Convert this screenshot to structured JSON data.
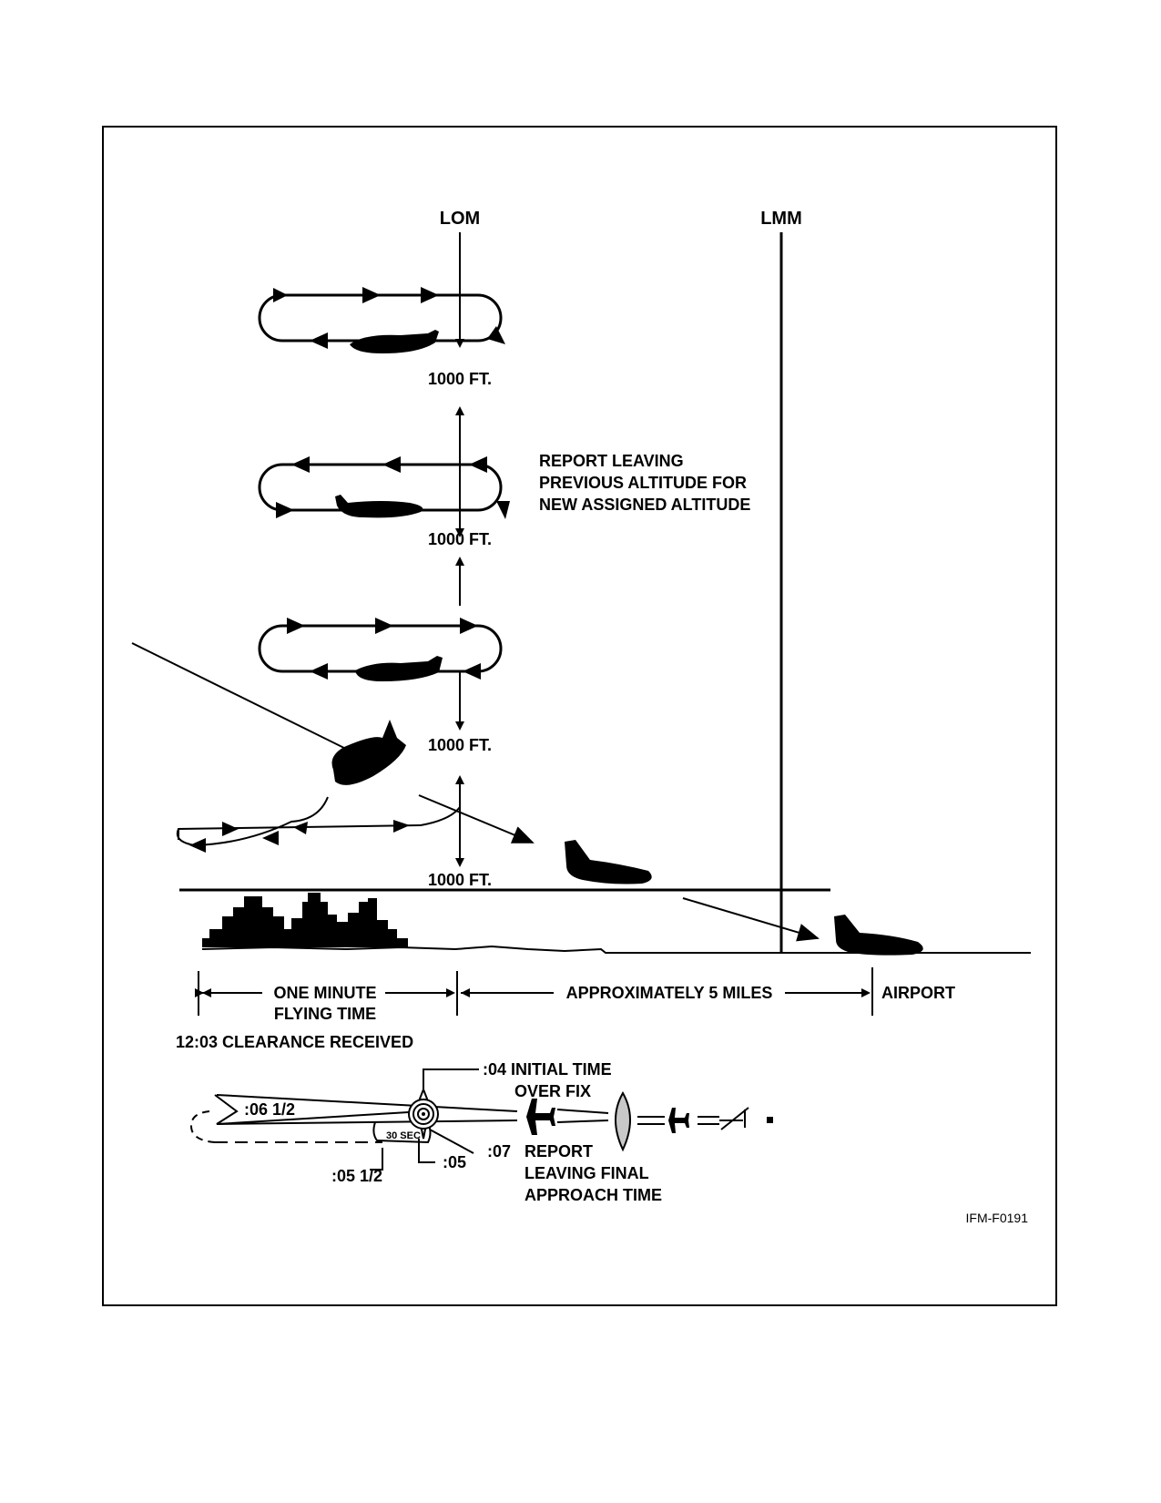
{
  "labels": {
    "lom": "LOM",
    "lmm": "LMM",
    "alt_1": "1000 FT.",
    "alt_2": "1000 FT.",
    "alt_3": "1000 FT.",
    "alt_4": "1000 FT.",
    "report_line1": "REPORT LEAVING",
    "report_line2": "PREVIOUS ALTITUDE FOR",
    "report_line3": "NEW ASSIGNED ALTITUDE",
    "one_minute_line1": "ONE MINUTE",
    "one_minute_line2": "FLYING TIME",
    "approx_miles": "APPROXIMATELY 5 MILES",
    "airport": "AIRPORT",
    "clearance": "12:03 CLEARANCE RECEIVED",
    "initial_time_line1": ":04 INITIAL TIME",
    "initial_time_line2": "OVER FIX",
    "time_06_half": ":06 1/2",
    "thirty_sec": "30 SEC",
    "time_05": ":05",
    "time_05_half": ":05 1/2",
    "time_07": ":07",
    "final_line1": "REPORT",
    "final_line2": "LEAVING FINAL",
    "final_line3": "APPROACH TIME",
    "figure_id": "IFM-F0191"
  },
  "colors": {
    "ink": "#000000",
    "paper": "#ffffff",
    "lens_fill": "#c8c8c8"
  }
}
